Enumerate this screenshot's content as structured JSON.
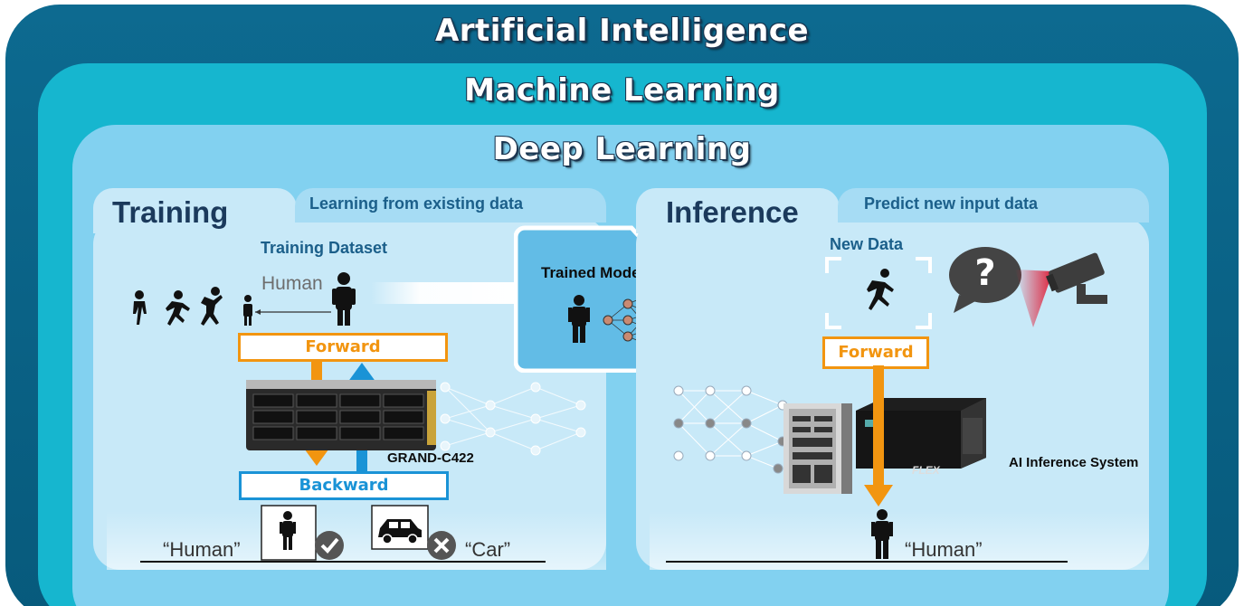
{
  "layers": {
    "ai": "Artificial Intelligence",
    "ml": "Machine Learning",
    "dl": "Deep Learning"
  },
  "training": {
    "title": "Training",
    "subtitle": "Learning from existing data",
    "dataset_label": "Training Dataset",
    "human_label": "Human",
    "forward_label": "Forward",
    "backward_label": "Backward",
    "device_label": "GRAND-C422",
    "result_human": "“Human”",
    "result_car": "“Car”"
  },
  "model": {
    "label": "Trained Model"
  },
  "inference": {
    "title": "Inference",
    "subtitle": "Predict new input data",
    "new_data_label": "New Data",
    "question_mark": "?",
    "forward_label": "Forward",
    "device_label": "AI Inference System",
    "device_brand": "FLEX",
    "result_human": "“Human”"
  },
  "colors": {
    "ai_layer": "#0b6587",
    "ml_layer": "#16b6cf",
    "dl_layer": "#82d1f0",
    "panel": "#c8e9f8",
    "forward": "#f29510",
    "backward": "#1a93d6"
  }
}
